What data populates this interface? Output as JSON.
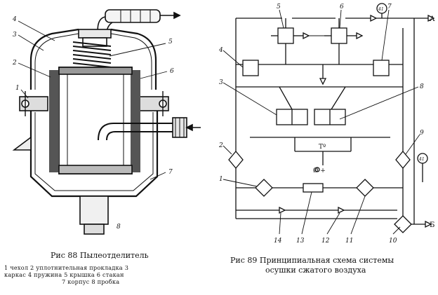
{
  "fig88": {
    "title": "Рис 88 Пылеотделитель",
    "legend": [
      "1 чехол 2 уплотнительная прокладка 3",
      "каркас 4 пружина 5 крышка 6 стакан",
      "7 корпус 8 пробка"
    ],
    "labels": [
      "4",
      "3",
      "2",
      "1",
      "5",
      "6",
      "7",
      "8"
    ]
  },
  "fig89": {
    "title_line1": "Рис 89 Принципиальная схема системы",
    "title_line2": "осушки сжатого воздуха",
    "labels": [
      "5",
      "6",
      "7",
      "4",
      "3",
      "8",
      "2",
      "9",
      "1",
      "14",
      "13",
      "12",
      "11",
      "10"
    ],
    "gauge_label": "41",
    "gauge2_label": "41",
    "outlet_a": "А",
    "outlet_b": "Б",
    "thermo_label": "Тº",
    "power_label": "Ø +"
  }
}
